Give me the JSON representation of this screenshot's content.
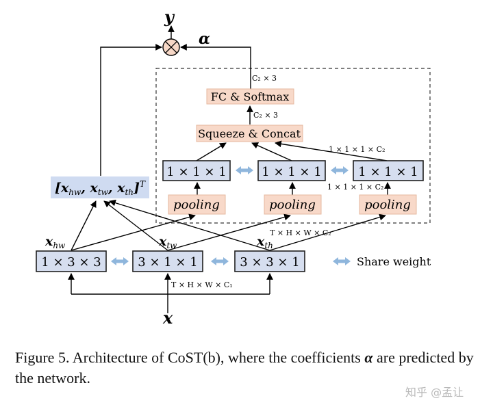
{
  "figure": {
    "output_label": "y",
    "alpha_label": "α",
    "input_label": "x",
    "concat_label": "[x_hw, x_tw, x_th]^T",
    "fc_label": "FC & Softmax",
    "squeeze_label": "Squeeze & Concat",
    "pool_out_boxes": [
      "1 × 1 × 1",
      "1 × 1 × 1",
      "1 × 1 × 1"
    ],
    "pooling_label": "pooling",
    "conv_boxes": [
      "1 × 3 × 3",
      "3 × 1 × 1",
      "3 × 3 × 1"
    ],
    "branch_labels": [
      "x_hw",
      "x_tw",
      "x_th"
    ],
    "dims": {
      "fc_out": "C₂ × 3",
      "fc_in": "C₂ × 3",
      "pool_top": "1 × 1 × 1 × C₂",
      "pool_side": "1 × 1 × 1 × C₂",
      "conv_out": "T × H × W × C₂",
      "input": "T × H × W × C₁"
    },
    "legend_label": "Share weight"
  },
  "caption": {
    "prefix": "Figure 5. Architecture of CoST(b), where the coefficients",
    "alpha": "α",
    "suffix": "are predicted by the network."
  },
  "watermark": "知乎 @孟让"
}
